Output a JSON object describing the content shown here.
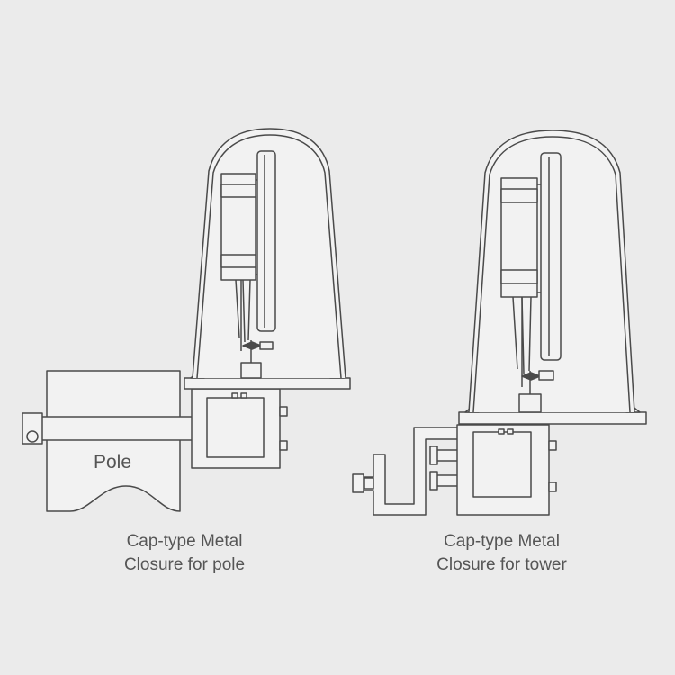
{
  "labels": {
    "pole": "Pole"
  },
  "captions": {
    "left": {
      "line1": "Cap-type Metal",
      "line2": "Closure for pole"
    },
    "right": {
      "line1": "Cap-type Metal",
      "line2": "Closure for tower"
    }
  },
  "colors": {
    "background": "#ebebeb",
    "line": "#4a4a4a",
    "fill": "#f2f2f2"
  }
}
